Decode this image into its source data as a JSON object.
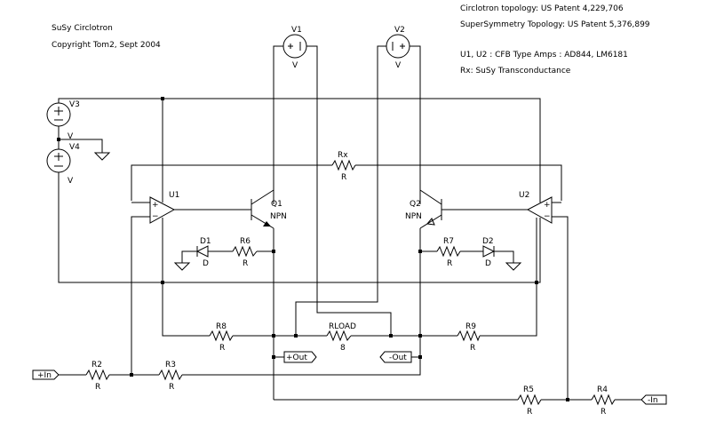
{
  "header": {
    "title": "SuSy Circlotron",
    "copyright": "Copyright  Tom2, Sept 2004"
  },
  "notes": {
    "line1": "Circlotron topology:  US Patent 4,229,706",
    "line2": "SuperSymmetry Topology:  US Patent 5,376,899",
    "line3": "U1, U2 :  CFB Type Amps :  AD844, LM6181",
    "line4": "Rx:  SuSy Transconductance"
  },
  "sources": {
    "v1": {
      "name": "V1",
      "value": "V"
    },
    "v2": {
      "name": "V2",
      "value": "V"
    },
    "v3": {
      "name": "V3",
      "value": "V"
    },
    "v4": {
      "name": "V4",
      "value": "V"
    }
  },
  "amps": {
    "u1": "U1",
    "u2": "U2"
  },
  "transistors": {
    "q1": {
      "name": "Q1",
      "type": "NPN"
    },
    "q2": {
      "name": "Q2",
      "type": "NPN"
    }
  },
  "diodes": {
    "d1": {
      "name": "D1",
      "value": "D"
    },
    "d2": {
      "name": "D2",
      "value": "D"
    }
  },
  "resistors": {
    "rx": {
      "name": "Rx",
      "value": "R"
    },
    "r2": {
      "name": "R2",
      "value": "R"
    },
    "r3": {
      "name": "R3",
      "value": "R"
    },
    "r4": {
      "name": "R4",
      "value": "R"
    },
    "r5": {
      "name": "R5",
      "value": "R"
    },
    "r6": {
      "name": "R6",
      "value": "R"
    },
    "r7": {
      "name": "R7",
      "value": "R"
    },
    "r8": {
      "name": "R8",
      "value": "R"
    },
    "r9": {
      "name": "R9",
      "value": "R"
    },
    "rload": {
      "name": "RLOAD",
      "value": "8"
    }
  },
  "ports": {
    "in_pos": "+In",
    "in_neg": "-In",
    "out_pos": "+Out",
    "out_neg": "-Out"
  }
}
